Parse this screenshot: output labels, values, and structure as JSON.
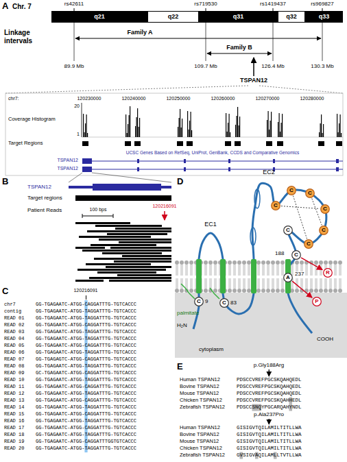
{
  "diagram": {
    "nodes": [
      {
        "text": [
          "q21"
        ]
      },
      {
        "text": [
          "q22"
        ]
      },
      {
        "text": [
          "q31"
        ]
      },
      {
        "text": [
          "q32"
        ]
      },
      {
        "text": [
          "q33"
        ]
      },
      {
        "text": [
          "C",
          "9"
        ]
      },
      {
        "text": [
          "C",
          "83"
        ]
      },
      {
        "text": [
          "C"
        ]
      },
      {
        "text": [
          "C"
        ]
      },
      {
        "text": [
          "C"
        ]
      },
      {
        "text": [
          "C"
        ]
      },
      {
        "text": [
          "C"
        ]
      },
      {
        "text": [
          "C"
        ]
      },
      {
        "text": [
          "C"
        ]
      },
      {
        "text": [
          "C",
          "188"
        ]
      },
      {
        "text": [
          "R"
        ]
      },
      {
        "text": [
          "A",
          "237"
        ]
      },
      {
        "text": [
          "P"
        ]
      }
    ],
    "edges": [
      {
        "from": 7,
        "to": 10,
        "arrow": "none"
      },
      {
        "from": 8,
        "to": 12,
        "arrow": "none"
      },
      {
        "from": 9,
        "to": 11,
        "arrow": "none"
      },
      {
        "from": 14,
        "to": 15,
        "arrow": "to"
      },
      {
        "from": 16,
        "to": 17,
        "arrow": "to"
      }
    ],
    "labels": [
      "A",
      "Chr. 7",
      "rs42611",
      "rs719530",
      "rs1419437",
      "rs969827",
      "Linkage intervals",
      "Family A",
      "Family B",
      "89.9 Mb",
      "109.7 Mb",
      "126.4 Mb",
      "130.3 Mb",
      "TSPAN12",
      "chr7:",
      "120230000",
      "120240000",
      "120250000",
      "120260000",
      "120270000",
      "120280000",
      "Coverage Histogram",
      "20",
      "1",
      "Target Regions",
      "UCSC Genes Based on RefSeq, UniProt, GenBank, CCDS and Comparative Genomics",
      "TSPAN12",
      "TSPAN12",
      "B",
      "TSPAN12",
      "Target regions",
      "Patient Reads",
      "100 bps",
      "120216091",
      "C",
      "120216091",
      "chr7",
      "GG-TGAGAATC-ATGG-CAGGATTTG-TGTCACCC",
      "contig",
      "GG-TGAGAATC-ATGG-TAGGATTTG-TGTCACCC",
      "READ 01",
      "GG-TGAGAATC-ATGG-TAGGATTTG-TGTCACCC",
      "READ 02",
      "GG-TGAGAATC-ATGG-CAGGATTTG-TGTCACCC",
      "READ 03",
      "GG-TGAGAATC-ATGG-TAGGATTTG-TGTCACCC",
      "READ 04",
      "GG-TGAGAATC-ATGG-TAGGATTTG-TGTCACCC",
      "READ 05",
      "GG-TGAGAATC-ATGG-CAGGATTTG-TGTCACCC",
      "READ 06",
      "GG-TGAGAATC-ATGG-TAGGATTTG-TGTCACCC",
      "READ 07",
      "GG-TGAGAGTC-ATGG-CAGGATTTG-TGTCACCC",
      "READ 08",
      "GG-TGAGAATC-ATGG-TAGGATTTG-TGTCACCC",
      "READ 09",
      "GC-TGAGAATC-ATGG-CAGGATTTG-TGTCACCC",
      "READ 10",
      "GG-TGAGAATC-ATGG-TAGGATTTG-TGTCACCC",
      "READ 11",
      "GG-TGAGAATC-ATGG-CAGGATTTG-TGTCACCC",
      "READ 12",
      "GG-TGAGAATC-ATGG-TAGGATTTG-TGTCACCC",
      "READ 13",
      "GG-TGAGAATC-ATGG-CAGGATTTG-TGTCACCC",
      "READ 14",
      "GG-TGAGAATC-ATGG-TAGGATTTG-TGTCACCC",
      "READ 15",
      "GG-TGAGAATC-ATGG-CAGGATTTG-TGTCACCC",
      "READ 16",
      "GG-TGAGAATC-ATGG-TAGGATTTG-TGTCACCC",
      "READ 17",
      "GG-TGAGAATC-ATGG-CAGGATTTG-TGTCACCC",
      "READ 18",
      "GG-TGAGAATC-ATGG-TAGGATTTG-TGTCACCC",
      "READ 19",
      "GG-TGAGAATC-ATGG-CAGGATTTGGTGTCACCC",
      "READ 20",
      "GG-TGAGAATC-ATGG-TAGGATTTG-TGTCACCC",
      "D",
      "EC1",
      "EC2",
      "palmitate",
      "H₂N",
      "COOH",
      "cytoplasm",
      "E",
      "p.Gly188Arg",
      "Human TSPAN12",
      "PDSCCVREFPGCSKQAHQEDL",
      "Bovine TSPAN12",
      "PDSCCVREFPGCSKQAHQEDL",
      "Mouse TSPAN12",
      "PDSCCVREFPGCSKQAHQEDL",
      "Chicken TSPAN12",
      "PDSCCVREFPGCSKQAHHEDL",
      "Zebrafish TSPAN12",
      "PDSCCSNQYPGCARQAHYNDL",
      "p.Ala237Pro",
      "Human TSPAN12",
      "GISIGVTQILAMILTITLLWA",
      "Bovine TSPAN12",
      "GISIGVTQILAMILTITLLWA",
      "Mouse TSPAN12",
      "GISIGVTQILAMILTITLLWA",
      "Chicken TSPAN12",
      "GISIGVTQILAMILTITLLWA",
      "Zebrafish TSPAN12",
      "GVSIGVAQILAMLLTVTLLWA"
    ]
  }
}
